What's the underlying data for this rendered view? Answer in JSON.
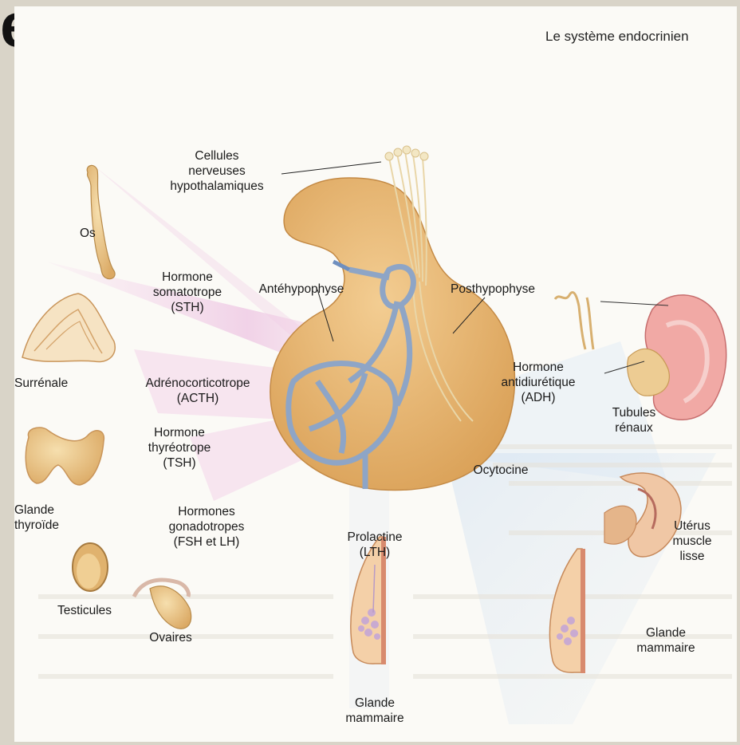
{
  "header": {
    "title": "Le système endocrinien",
    "corner_letter": "e"
  },
  "labels": {
    "cellules": "Cellules\nnerveuses\nhypothalamiques",
    "os": "Os",
    "sth": "Hormone\nsomatotrope\n(STH)",
    "antehypophyse": "Antéhypophyse",
    "posthypophyse": "Posthypophyse",
    "surrenale": "Surrénale",
    "acth": "Adrénocorticotrope\n(ACTH)",
    "adh": "Hormone\nantidiurétique\n(ADH)",
    "tubules": "Tubules\nrénaux",
    "glande_thyroide": "Glande\nthyroïde",
    "tsh": "Hormone\nthyréotrope\n(TSH)",
    "ocytocine": "Ocytocine",
    "gonado": "Hormones\ngonadotropes\n(FSH et LH)",
    "prolactine": "Prolactine\n(LTH)",
    "uterus": "Utérus\nmuscle\nlisse",
    "testicules": "Testicules",
    "ovaires": "Ovaires",
    "glande_mammaire_right": "Glande\nmammaire",
    "glande_mammaire_center": "Glande\nmammaire"
  },
  "colors": {
    "gland": "#e7b774",
    "vessels": "#8ea5c6",
    "rays_pink": "#f0c8e6",
    "rays_blue": "#d6e4f2",
    "organ": "#f0cf94"
  }
}
